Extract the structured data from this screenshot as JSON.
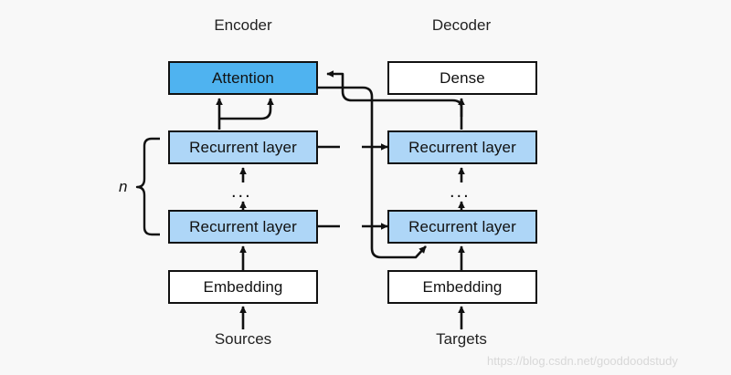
{
  "figure": {
    "background_color": "#f8f8f8",
    "sections": [
      {
        "id": "encoder",
        "label": "Encoder"
      },
      {
        "id": "decoder",
        "label": "Decoder"
      }
    ],
    "nodes": [
      {
        "id": "attention",
        "label": "Attention",
        "fill": "#4fb3f0",
        "column": "encoder"
      },
      {
        "id": "dense",
        "label": "Dense",
        "fill": "#ffffff",
        "column": "decoder"
      },
      {
        "id": "enc-rnn-top",
        "label": "Recurrent layer",
        "fill": "#aed6f7",
        "column": "encoder"
      },
      {
        "id": "dec-rnn-top",
        "label": "Recurrent layer",
        "fill": "#aed6f7",
        "column": "decoder"
      },
      {
        "id": "enc-rnn-bottom",
        "label": "Recurrent layer",
        "fill": "#aed6f7",
        "column": "encoder"
      },
      {
        "id": "dec-rnn-bottom",
        "label": "Recurrent layer",
        "fill": "#aed6f7",
        "column": "decoder"
      },
      {
        "id": "enc-embedding",
        "label": "Embedding",
        "fill": "#ffffff",
        "column": "encoder"
      },
      {
        "id": "dec-embedding",
        "label": "Embedding",
        "fill": "#ffffff",
        "column": "decoder"
      }
    ],
    "inputs": [
      {
        "id": "sources",
        "label": "Sources",
        "column": "encoder"
      },
      {
        "id": "targets",
        "label": "Targets",
        "column": "decoder"
      }
    ],
    "repeat_brace": {
      "label": "n",
      "applies_to": "encoder recurrent layers"
    },
    "ellipses": [
      {
        "id": "encoder-stack-ellipsis",
        "label": "..."
      },
      {
        "id": "decoder-stack-ellipsis",
        "label": "..."
      }
    ],
    "watermark": "https://blog.csdn.net/gooddoodstudy"
  }
}
